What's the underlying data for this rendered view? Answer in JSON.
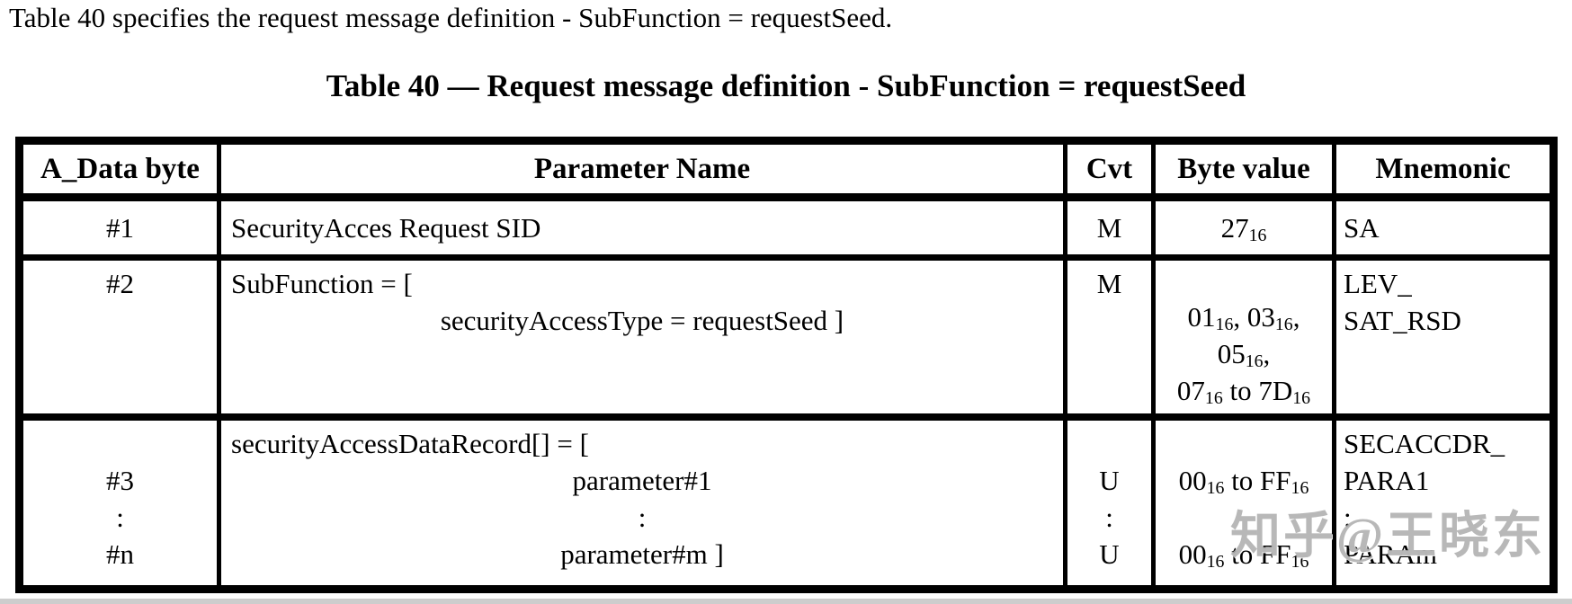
{
  "page": {
    "intro": "Table 40 specifies the request message definition - SubFunction = requestSeed.",
    "title": "Table 40 — Request message definition - SubFunction = requestSeed",
    "watermark": "知乎@王晓东"
  },
  "colors": {
    "background": "#ffffff",
    "border": "#000000",
    "text": "#000000",
    "watermark": "#ababab"
  },
  "table": {
    "headers": [
      "A_Data byte",
      "Parameter Name",
      "Cvt",
      "Byte value",
      "Mnemonic"
    ],
    "rows": [
      {
        "data_byte": [
          "#1"
        ],
        "param": [
          "SecurityAcces Request SID"
        ],
        "cvt": [
          "M"
        ],
        "byte_value": [
          "27₁₆"
        ],
        "mnemonic": [
          "SA"
        ]
      },
      {
        "data_byte": [
          "#2"
        ],
        "param": [
          "SubFunction = [",
          "securityAccessType = requestSeed ]"
        ],
        "cvt": [
          "M"
        ],
        "byte_value": [
          "01₁₆, 03₁₆,",
          "05₁₆,",
          "07₁₆ to 7D₁₆"
        ],
        "mnemonic": [
          "LEV_",
          "SAT_RSD"
        ]
      },
      {
        "data_byte": [
          "#3",
          ":",
          "#n"
        ],
        "param": [
          "securityAccessDataRecord[] = [",
          "parameter#1",
          ":",
          "parameter#m ]"
        ],
        "cvt": [
          "U",
          ":",
          "U"
        ],
        "byte_value": [
          "00₁₆ to FF₁₆",
          "00₁₆ to FF₁₆"
        ],
        "mnemonic": [
          "SECACCDR_",
          "PARA1",
          ":",
          "PARAm"
        ]
      }
    ]
  }
}
